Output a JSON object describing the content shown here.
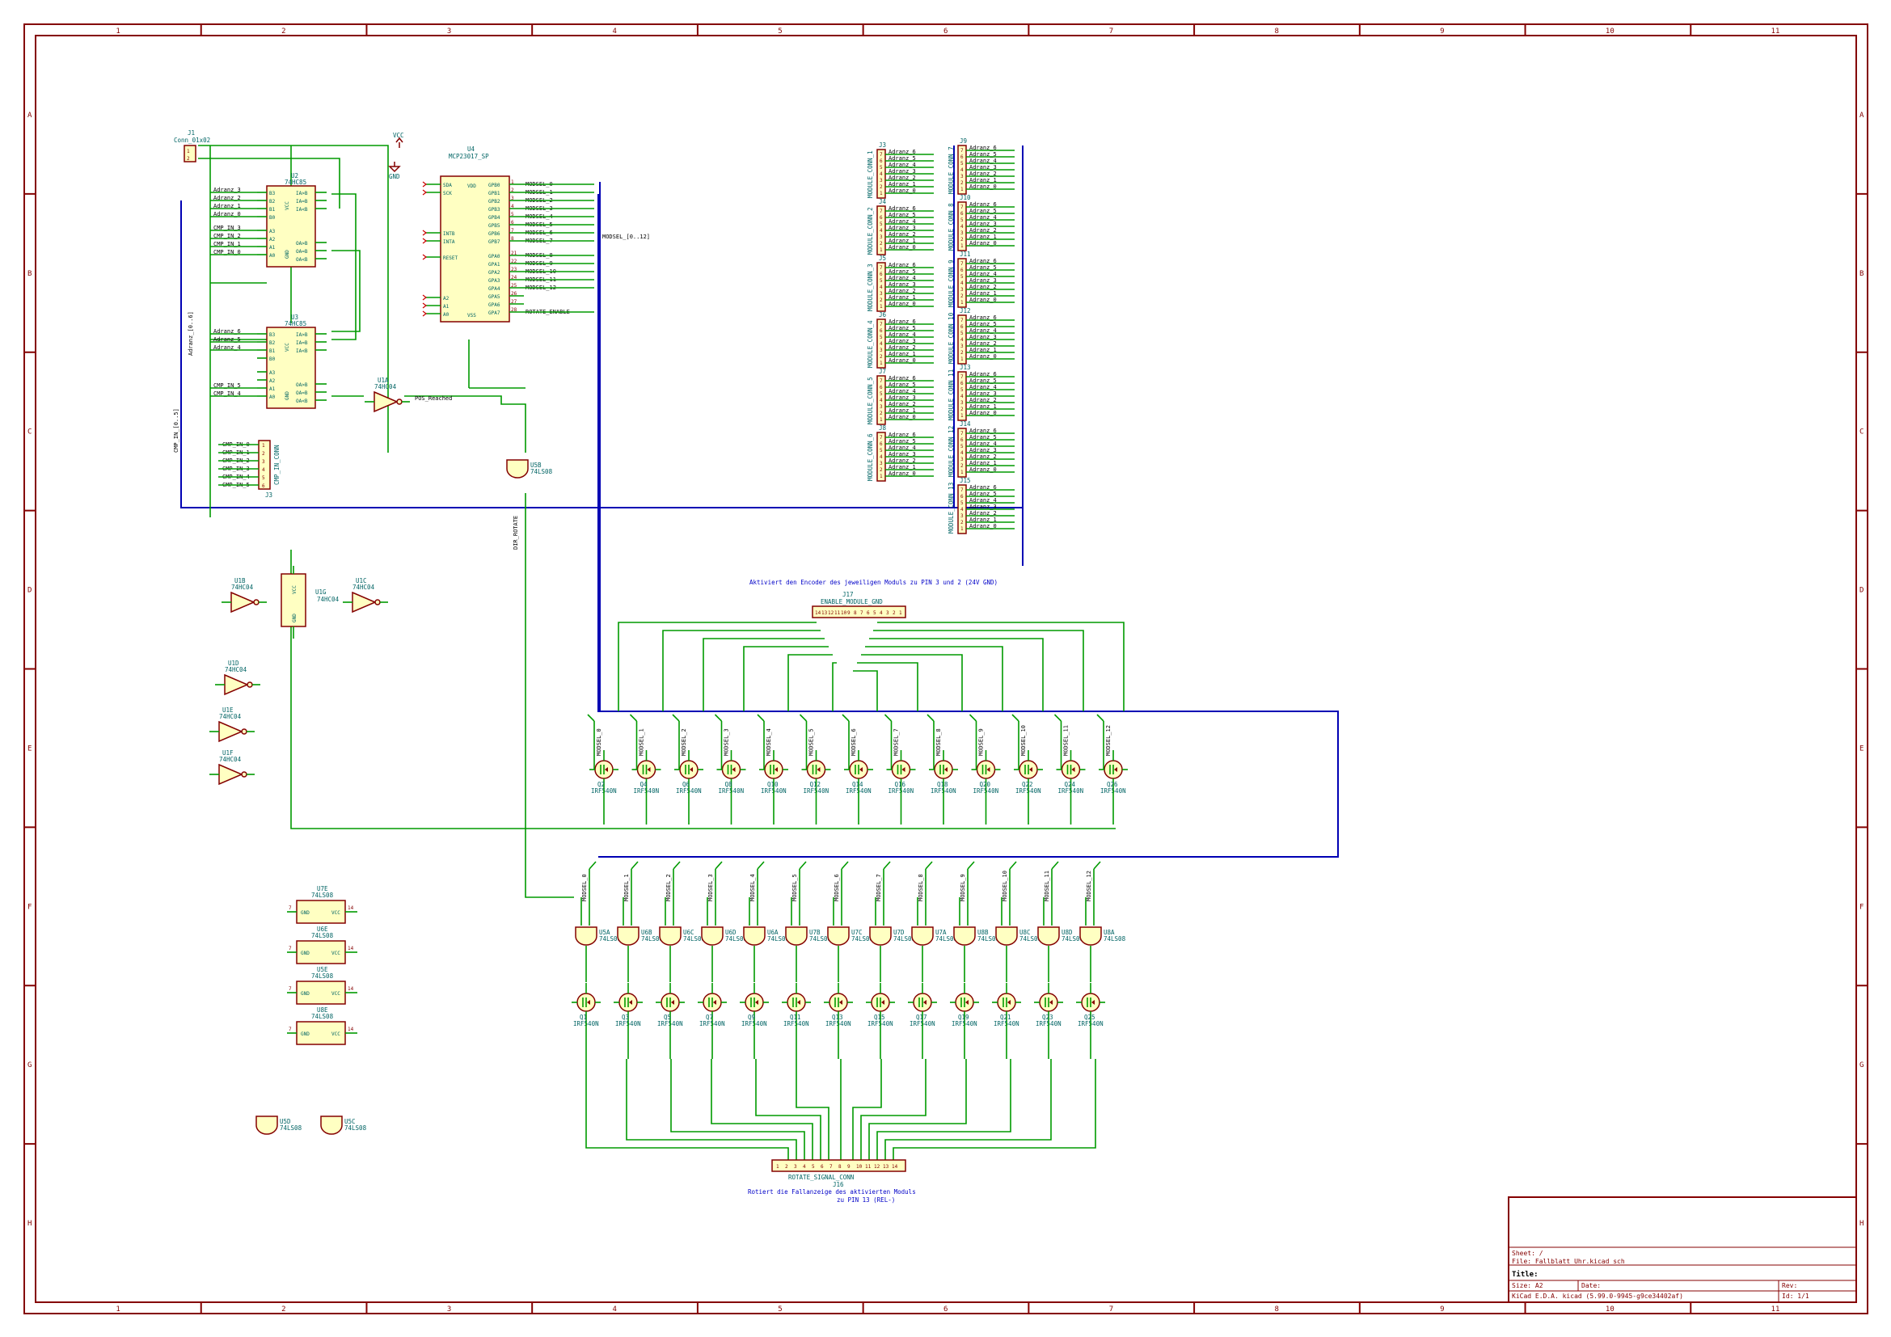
{
  "border": {
    "columns": [
      "1",
      "2",
      "3",
      "4",
      "5",
      "6",
      "7",
      "8",
      "9",
      "10",
      "11"
    ],
    "rows": [
      "A",
      "B",
      "C",
      "D",
      "E",
      "F",
      "G",
      "H"
    ]
  },
  "title_block": {
    "sheet": "Sheet: /",
    "file": "File: Fallblatt_Uhr.kicad_sch",
    "title": "Title:",
    "size": "Size: A2",
    "date": "Date:",
    "rev": "Rev:",
    "tool": "KiCad E.D.A.  kicad (5.99.0-9945-g9ce34402af)",
    "id": "Id: 1/1"
  },
  "notes": {
    "enable_note": "Aktiviert den Encoder des jeweiligen Moduls zu PIN 3 und 2 (24V GND)",
    "rotate_note_1": "Rotiert die Fallanzeige des aktivierten Moduls",
    "rotate_note_2": "zu PIN 13 (REL-)"
  },
  "power": {
    "vcc": "VCC",
    "gnd": "GND"
  },
  "connectors": {
    "j1": {
      "ref": "J1",
      "value": "Conn_01x02"
    },
    "j3": {
      "ref": "J3",
      "value": "CMP_IN_CONN"
    },
    "j17": {
      "ref": "J17",
      "value": "ENABLE_MODULE_GND"
    },
    "j16": {
      "ref": "J16",
      "value": "ROTATE_SIGNAL_CONN"
    }
  },
  "ics": {
    "u4": {
      "ref": "U4",
      "value": "MCP23017_SP"
    },
    "u2": {
      "ref": "U2",
      "value": "74HC85"
    },
    "u3": {
      "ref": "U3",
      "value": "74HC85"
    },
    "u1a": {
      "ref": "U1A",
      "value": "74HC04",
      "net": "POS_Reached"
    },
    "u5b": {
      "ref": "U5B",
      "value": "74LS08"
    },
    "u1b": {
      "ref": "U1B",
      "value": "74HC04"
    },
    "u1g": {
      "ref": "U1G",
      "value": "74HC04"
    },
    "u1c": {
      "ref": "U1C",
      "value": "74HC04"
    },
    "u1d": {
      "ref": "U1D",
      "value": "74HC04"
    },
    "u1e": {
      "ref": "U1E",
      "value": "74HC04"
    },
    "u1f": {
      "ref": "U1F",
      "value": "74HC04"
    },
    "u5d": {
      "ref": "U5D",
      "value": "74LS08"
    },
    "u5c": {
      "ref": "U5C",
      "value": "74LS08"
    }
  },
  "u4_pins_right": [
    "GPB0",
    "GPB1",
    "GPB2",
    "GPB3",
    "GPB4",
    "GPB5",
    "GPB6",
    "GPB7",
    "GPA0",
    "GPA1",
    "GPA2",
    "GPA3",
    "GPA4",
    "GPA5",
    "GPA6",
    "GPA7"
  ],
  "u4_pins_left": [
    "SDA",
    "SCK",
    "INTB",
    "INTA",
    "RESET",
    "A2",
    "A1",
    "A0"
  ],
  "u4_power": {
    "vdd": "VDD",
    "vss": "VSS"
  },
  "u4_nets": [
    "MODSEL_0",
    "MODSEL_1",
    "MODSEL_2",
    "MODSEL_3",
    "MODSEL_4",
    "MODSEL_5",
    "MODSEL_6",
    "MODSEL_7",
    "MODSEL_8",
    "MODSEL_9",
    "MODSEL_10",
    "MODSEL_11",
    "MODSEL_12",
    "",
    "",
    "ROTATE_ENABLE"
  ],
  "u4_bus": "MODSEL_[0..12]",
  "cmp85_pins_left": [
    "B3",
    "B2",
    "B1",
    "B0",
    "A3",
    "A2",
    "A1",
    "A0"
  ],
  "cmp85_pins_right": [
    "IA>B",
    "IA=B",
    "IA<B",
    "OA>B",
    "OA=B",
    "OA<B"
  ],
  "u2_nets": [
    "Adranz_3",
    "Adranz_2",
    "Adranz_1",
    "Adranz_0",
    "CMP_IN_3",
    "CMP_IN_2",
    "CMP_IN_1",
    "CMP_IN_0"
  ],
  "u3_nets": [
    "Adranz_6",
    "Adranz_5",
    "Adranz_4",
    "",
    "",
    "",
    "CMP_IN_5",
    "CMP_IN_4"
  ],
  "bus_labels": {
    "adranz": "Adranz_[0..6]",
    "cmp_in": "CMP_IN_[0..5]",
    "dir": "DIR_ROTATE"
  },
  "j3_nets": [
    "CMP_IN_0",
    "CMP_IN_1",
    "CMP_IN_2",
    "CMP_IN_3",
    "CMP_IN_4",
    "CMP_IN_5"
  ],
  "module_pin_nets": [
    "Adranz_6",
    "Adranz_5",
    "Adranz_4",
    "Adranz_3",
    "Adranz_2",
    "Adranz_1",
    "Adranz_0"
  ],
  "modules_left": [
    {
      "ref": "J3",
      "value": "MODULE_CONN_1"
    },
    {
      "ref": "J4",
      "value": "MODULE_CONN_2"
    },
    {
      "ref": "J5",
      "value": "MODULE_CONN_3"
    },
    {
      "ref": "J6",
      "value": "MODULE_CONN_4"
    },
    {
      "ref": "J7",
      "value": "MODULE_CONN_5"
    },
    {
      "ref": "J8",
      "value": "MODULE_CONN_6"
    }
  ],
  "modules_right": [
    {
      "ref": "J9",
      "value": "MODULE_CONN_7"
    },
    {
      "ref": "J10",
      "value": "MODULE_CONN_8"
    },
    {
      "ref": "J11",
      "value": "MODULE_CONN_9"
    },
    {
      "ref": "J12",
      "value": "MODULE_CONN_10"
    },
    {
      "ref": "J13",
      "value": "MODULE_CONN_11"
    },
    {
      "ref": "J14",
      "value": "MODULE_CONN_12"
    },
    {
      "ref": "J15",
      "value": "MODULE_CONN_13"
    }
  ],
  "mosfet_value_upper": "IRF540N",
  "mosfet_refs_upper": [
    "Q2",
    "Q4",
    "Q6",
    "Q8",
    "Q10",
    "Q12",
    "Q14",
    "Q16",
    "Q18",
    "Q20",
    "Q22",
    "Q24",
    "Q26"
  ],
  "upper_modsel": [
    "MODSEL_0",
    "MODSEL_1",
    "MODSEL_2",
    "MODSEL_3",
    "MODSEL_4",
    "MODSEL_5",
    "MODSEL_6",
    "MODSEL_7",
    "MODSEL_8",
    "MODSEL_9",
    "MODSEL_10",
    "MODSEL_11",
    "MODSEL_12"
  ],
  "mosfet_refs_lower": [
    "Q1",
    "Q3",
    "Q5",
    "Q7",
    "Q9",
    "Q11",
    "Q13",
    "Q15",
    "Q17",
    "Q19",
    "Q21",
    "Q23",
    "Q25"
  ],
  "and_gates": [
    {
      "ref": "U5A",
      "value": "74LS08"
    },
    {
      "ref": "U6B",
      "value": "74LS08"
    },
    {
      "ref": "U6C",
      "value": "74LS08"
    },
    {
      "ref": "U6D",
      "value": "74LS08"
    },
    {
      "ref": "U6A",
      "value": "74LS08"
    },
    {
      "ref": "U7B",
      "value": "74LS08"
    },
    {
      "ref": "U7C",
      "value": "74LS08"
    },
    {
      "ref": "U7D",
      "value": "74LS08"
    },
    {
      "ref": "U7A",
      "value": "74LS08"
    },
    {
      "ref": "U8B",
      "value": "74LS08"
    },
    {
      "ref": "U8C",
      "value": "74LS08"
    },
    {
      "ref": "U8D",
      "value": "74LS08"
    },
    {
      "ref": "U8A",
      "value": "74LS08"
    }
  ],
  "power_units": [
    {
      "ref": "U7E",
      "value": "74LS08",
      "gnd": "GND",
      "vcc": "VCC"
    },
    {
      "ref": "U6E",
      "value": "74LS08",
      "gnd": "GND",
      "vcc": "VCC"
    },
    {
      "ref": "U5E",
      "value": "74LS08",
      "gnd": "GND",
      "vcc": "VCC"
    },
    {
      "ref": "U8E",
      "value": "74LS08",
      "gnd": "GND",
      "vcc": "VCC"
    }
  ]
}
